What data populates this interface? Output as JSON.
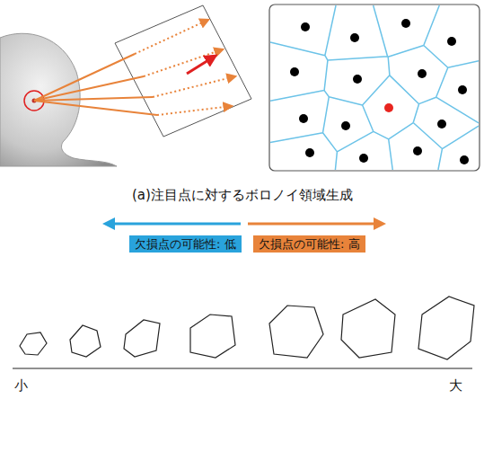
{
  "diagram": {
    "caption": "(a)注目点に対するボロノイ領域生成",
    "nodes": [
      {
        "text": [
          "欠損点の可能性: 低"
        ]
      },
      {
        "text": [
          "欠損点の可能性: 高"
        ]
      }
    ],
    "labels": [
      "小",
      "大"
    ]
  }
}
